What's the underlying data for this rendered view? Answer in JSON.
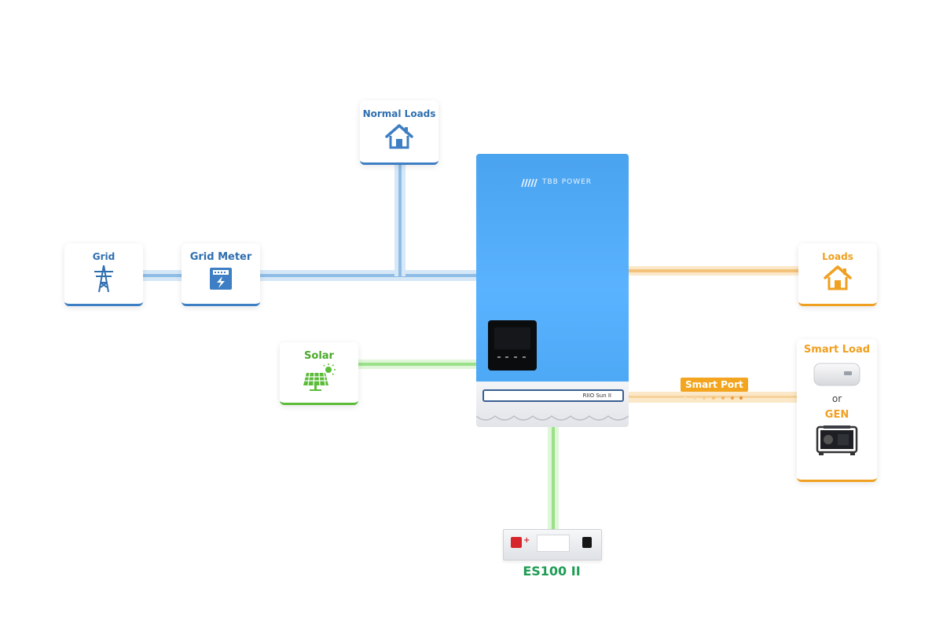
{
  "nodes": {
    "normal_loads": "Normal Loads",
    "grid": "Grid",
    "grid_meter": "Grid Meter",
    "solar": "Solar",
    "loads": "Loads",
    "smart_load": "Smart Load",
    "or_text": "or",
    "gen": "GEN",
    "battery": "ES100 II"
  },
  "inverter": {
    "brand": "TBB POWER",
    "model": "RIIO Sun II"
  },
  "smart_port": "Smart Port",
  "colors": {
    "grid_blue": "#3d7ec4",
    "load_orange": "#f0a021",
    "solar_green": "#5cbc3a",
    "battery_green": "#1f9d55",
    "inverter_blue": "#5ab3ff"
  }
}
